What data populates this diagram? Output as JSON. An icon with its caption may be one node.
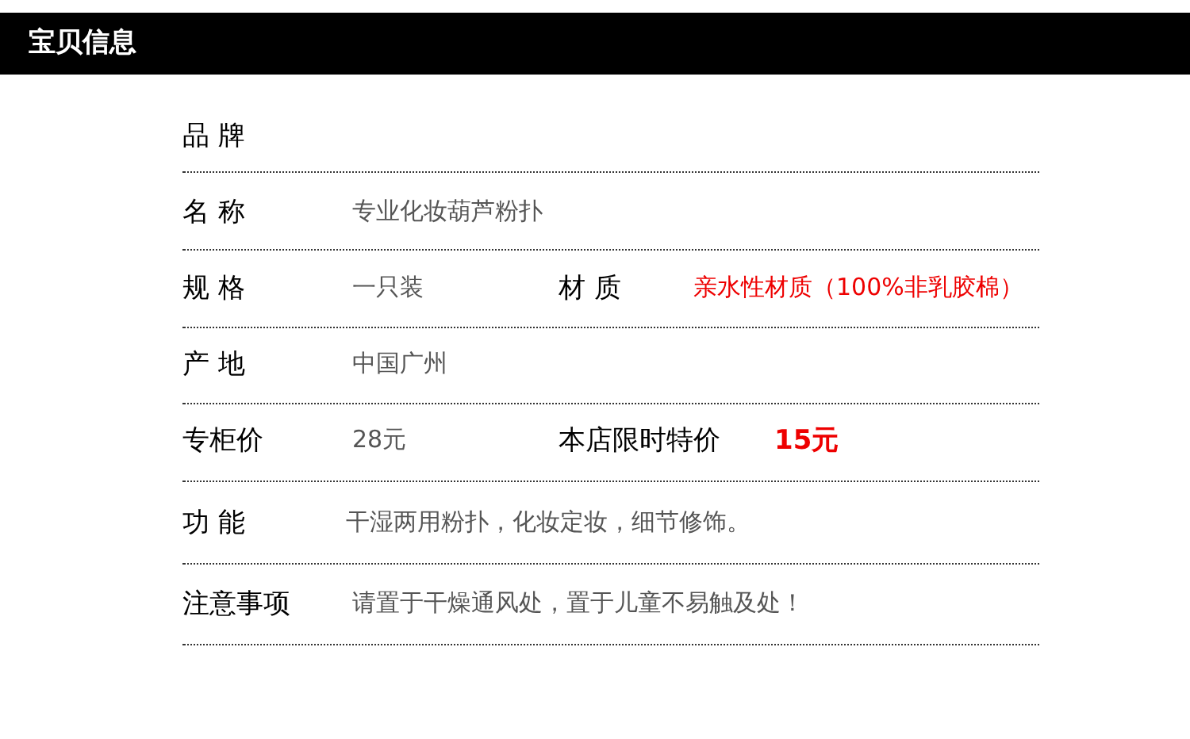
{
  "diagram": {
    "title": "宝贝信息",
    "labels": [
      "品 牌",
      "名 称",
      "专业化妆葫芦粉扑",
      "规 格",
      "一只装",
      "材 质",
      "亲水性材质（100%非乳胶棉）",
      "产 地",
      "中国广州",
      "专柜价",
      "28元",
      "本店限时特价",
      "15元",
      "功 能",
      "干湿两用粉扑，化妆定妆，细节修饰。",
      "注意事项",
      "请置于干燥通风处，置于儿童不易触及处！"
    ]
  }
}
